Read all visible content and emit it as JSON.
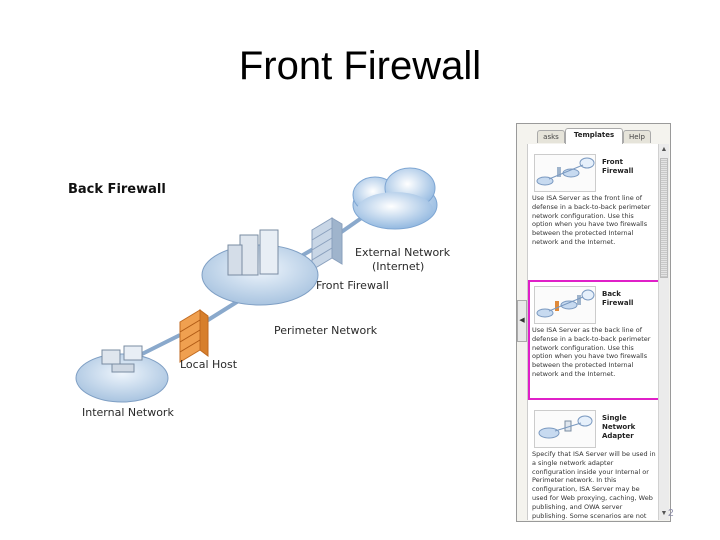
{
  "slide": {
    "title": "Front Firewall",
    "page_number": "2"
  },
  "diagram": {
    "title": "Back Firewall",
    "labels": {
      "external_network": "External Network",
      "internet": "(Internet)",
      "front_firewall": "Front Firewall",
      "perimeter_network": "Perimeter Network",
      "local_host": "Local Host",
      "internal_network": "Internal Network"
    }
  },
  "templates_pane": {
    "tabs": [
      {
        "label": "asks"
      },
      {
        "label": "Templates"
      },
      {
        "label": "Help"
      }
    ],
    "active_tab": "Templates",
    "templates": [
      {
        "name": "Front Firewall",
        "description": "Use ISA Server as the front line of defense in a back-to-back perimeter network configuration. Use this option when you have two firewalls between the protected Internal network and the Internet.",
        "icon": "network-diagram-icon",
        "selected": false
      },
      {
        "name": "Back Firewall",
        "description": "Use ISA Server as the back line of defense in a back-to-back perimeter network configuration. Use this option when you have two firewalls between the protected Internal network and the Internet.",
        "icon": "network-diagram-icon",
        "selected": true
      },
      {
        "name": "Single Network Adapter",
        "description": "Specify that ISA Server will be used in a single network adapter configuration inside your Internal or Perimeter network. In this configuration, ISA Server may be used for Web proxying, caching, Web publishing, and OWA server publishing. Some scenarios are not supported in this configuration.",
        "icon": "network-diagram-icon",
        "selected": false
      }
    ],
    "selection_color": "#e020c8"
  }
}
